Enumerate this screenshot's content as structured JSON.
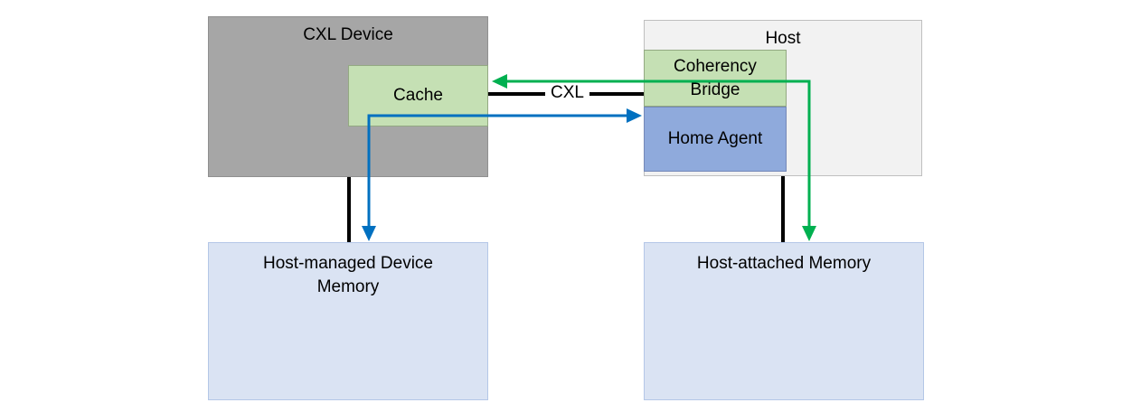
{
  "nodes": {
    "cxl_device": {
      "label": "CXL Device"
    },
    "cache": {
      "label": "Cache"
    },
    "host": {
      "label": "Host"
    },
    "coherency_bridge": {
      "label": "Coherency Bridge"
    },
    "home_agent": {
      "label": "Home Agent"
    },
    "host_managed_device_memory": {
      "label": "Host-managed Device Memory"
    },
    "host_attached_memory": {
      "label": "Host-attached Memory"
    }
  },
  "link": {
    "label": "CXL"
  },
  "colors": {
    "device_fill": "#a6a6a6",
    "green_box_fill": "#c5e0b4",
    "home_agent_fill": "#8faadc",
    "host_fill": "#f2f2f2",
    "memory_fill": "#dae3f3",
    "green_arrow": "#00b050",
    "blue_arrow": "#0070c0",
    "black_line": "#000000"
  },
  "flows": [
    {
      "from": "Cache",
      "to": "Coherency Bridge",
      "style": "black_line",
      "label": "CXL"
    },
    {
      "from": "Coherency Bridge",
      "to": "Cache",
      "style": "green_arrow"
    },
    {
      "from": "Coherency Bridge",
      "to": "Host-attached Memory",
      "style": "green_arrow"
    },
    {
      "from": "Cache",
      "to": "Home Agent",
      "style": "blue_arrow"
    },
    {
      "from": "Cache",
      "to": "Host-managed Device Memory",
      "style": "blue_arrow"
    },
    {
      "from": "CXL Device",
      "to": "Host-managed Device Memory",
      "style": "black_line"
    },
    {
      "from": "Host",
      "to": "Host-attached Memory",
      "style": "black_line"
    }
  ]
}
